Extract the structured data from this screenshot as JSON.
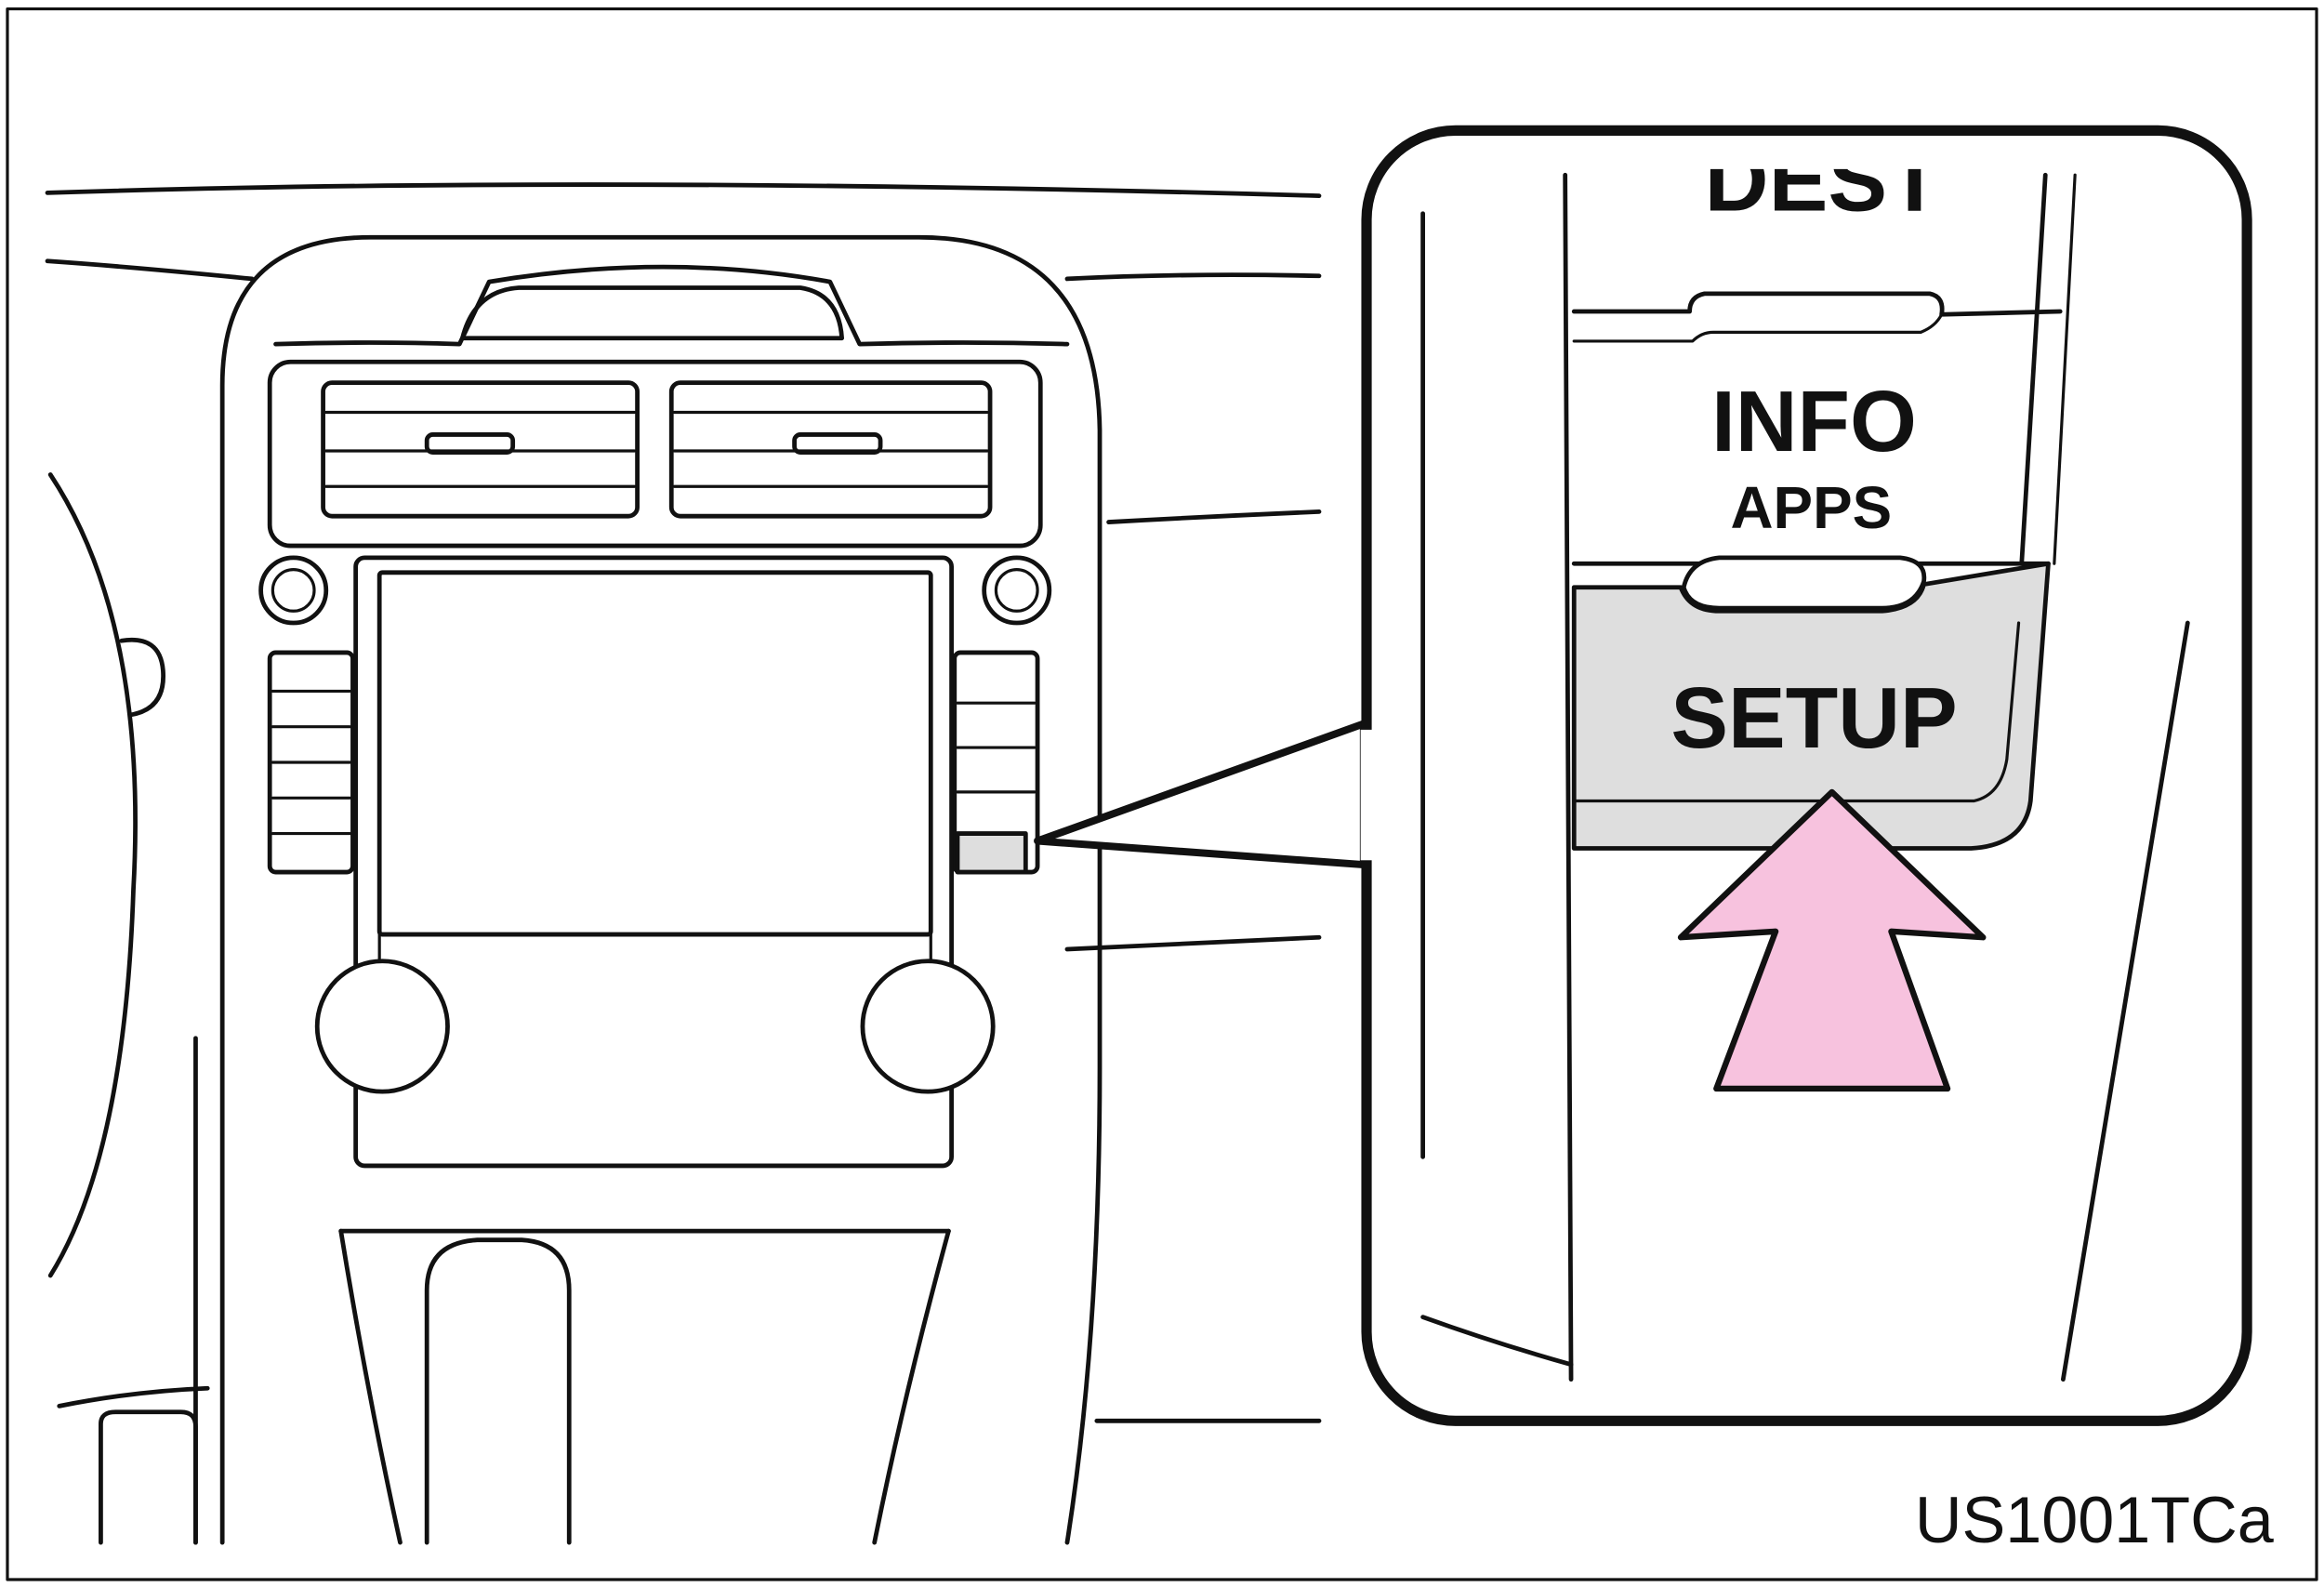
{
  "labels": {
    "dest": "DEST",
    "info": "INFO",
    "apps": "APPS",
    "setup": "SETUP"
  },
  "figure_code": "US1001TCa",
  "colors": {
    "line": "#111111",
    "setup_highlight": "#dedede",
    "arrow_fill": "#f7c2de"
  },
  "icons": {
    "pointer": "up-arrow-icon"
  }
}
